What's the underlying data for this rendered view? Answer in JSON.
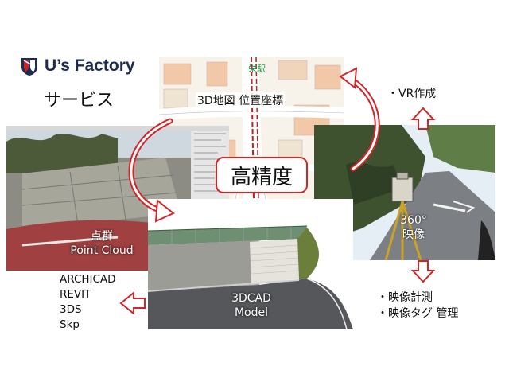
{
  "logo": {
    "text": "U’s Factory"
  },
  "service_title": "サービス",
  "map": {
    "caption": "3D地図  位置座標",
    "station": "栄駅"
  },
  "center_badge": "高精度",
  "point_cloud": {
    "line1": "点群",
    "line2": "Point Cloud"
  },
  "photo360": {
    "line1": "360°",
    "line2": "映像"
  },
  "cad": {
    "line1": "3DCAD",
    "line2": "Model"
  },
  "vr_item": "・VR作成",
  "video_items": [
    "・映像計測",
    "・映像タグ 管理"
  ],
  "formats": [
    "ARCHICAD",
    "REVIT",
    "3DS",
    "Skp"
  ],
  "colors": {
    "accent_red": "#d0262a",
    "logo_navy": "#1d2a52",
    "logo_red": "#c8232c"
  }
}
